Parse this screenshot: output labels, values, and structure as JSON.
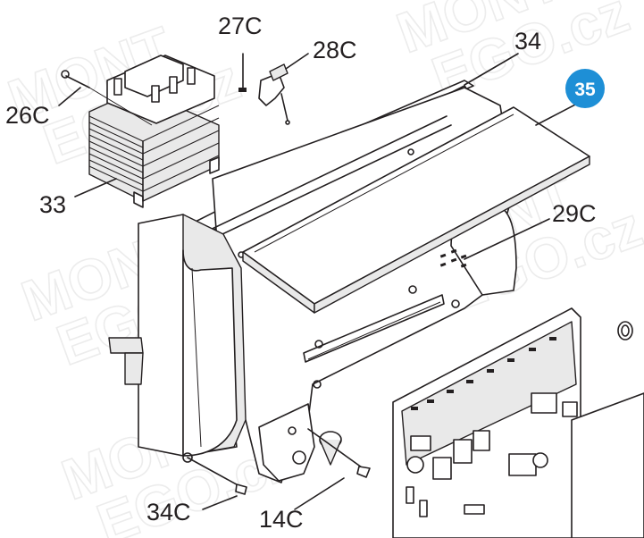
{
  "watermark": {
    "line1": "MONT",
    "line2": "EGO.cz"
  },
  "highlight": {
    "number": "35",
    "color": "#1e8fd6"
  },
  "labels": {
    "p26c": "26C",
    "p27c": "27C",
    "p28c": "28C",
    "p34": "34",
    "p33": "33",
    "p29c": "29C",
    "p34c": "34C",
    "p14c": "14C"
  }
}
